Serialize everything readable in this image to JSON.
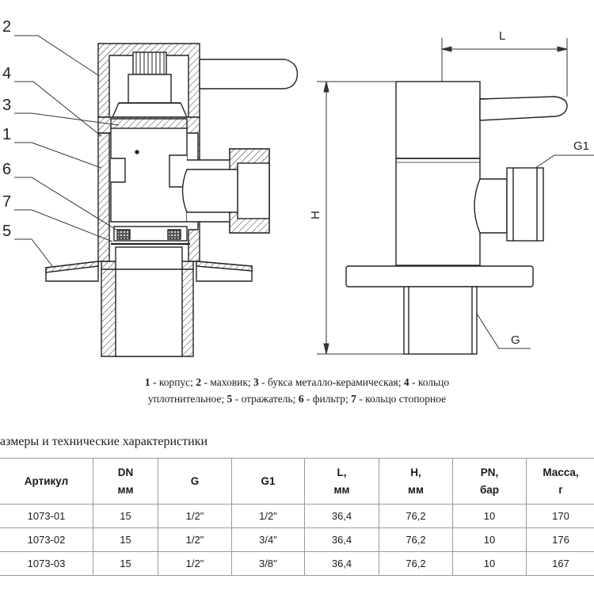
{
  "callouts": [
    "2",
    "4",
    "3",
    "1",
    "6",
    "7",
    "5"
  ],
  "dimensions": {
    "L": "L",
    "H": "H",
    "G1": "G1",
    "G": "G"
  },
  "legend": {
    "line1": [
      {
        "num": "1",
        "text": " - корпус; "
      },
      {
        "num": "2",
        "text": " - маховик; "
      },
      {
        "num": "3",
        "text": " - букса металло-керамическая; "
      },
      {
        "num": "4",
        "text": " - кольцо"
      }
    ],
    "line2": [
      {
        "num": "",
        "text": "уплотнительное; "
      },
      {
        "num": "5",
        "text": " - отражатель; "
      },
      {
        "num": "6",
        "text": " - фильтр; "
      },
      {
        "num": "7",
        "text": " - кольцо стопорное"
      }
    ]
  },
  "section_title": "азмеры и технические характеристики",
  "table": {
    "headers": [
      [
        "Артикул"
      ],
      [
        "DN",
        "мм"
      ],
      [
        "G"
      ],
      [
        "G1"
      ],
      [
        "L,",
        "мм"
      ],
      [
        "H,",
        "мм"
      ],
      [
        "PN,",
        "бар"
      ],
      [
        "Масса,",
        "г"
      ]
    ],
    "rows": [
      [
        "1073-01",
        "15",
        "1/2\"",
        "1/2\"",
        "36,4",
        "76,2",
        "10",
        "170"
      ],
      [
        "1073-02",
        "15",
        "1/2\"",
        "3/4\"",
        "36,4",
        "76,2",
        "10",
        "176"
      ],
      [
        "1073-03",
        "15",
        "1/2\"",
        "3/8''",
        "36,4",
        "76,2",
        "10",
        "167"
      ]
    ]
  }
}
